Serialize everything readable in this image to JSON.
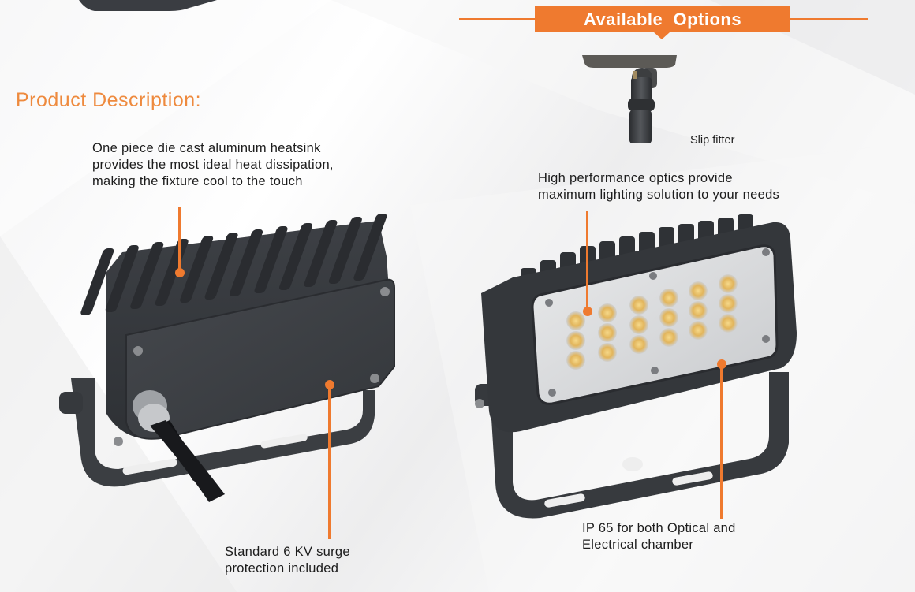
{
  "banner": {
    "label": "Available  Options",
    "color": "#ef7a2f"
  },
  "section": {
    "title": "Product Description:",
    "title_color": "#ee8a3e"
  },
  "options": [
    {
      "label": "Slip fitter",
      "icon": "slip-fitter-image"
    }
  ],
  "callouts": {
    "heatsink": {
      "lines": [
        "One piece die cast aluminum heatsink",
        "provides the most ideal heat dissipation,",
        "making the fixture cool to the touch"
      ]
    },
    "surge": {
      "lines": [
        "Standard 6 KV surge",
        "protection included"
      ]
    },
    "optics": {
      "lines": [
        "High performance optics provide",
        "maximum lighting solution to your needs"
      ]
    },
    "ip65": {
      "lines": [
        "IP 65 for both Optical and",
        "Electrical chamber"
      ]
    }
  },
  "images": {
    "rear_view": "flood-light-rear-view",
    "front_view": "flood-light-front-view",
    "led_count": 18
  }
}
